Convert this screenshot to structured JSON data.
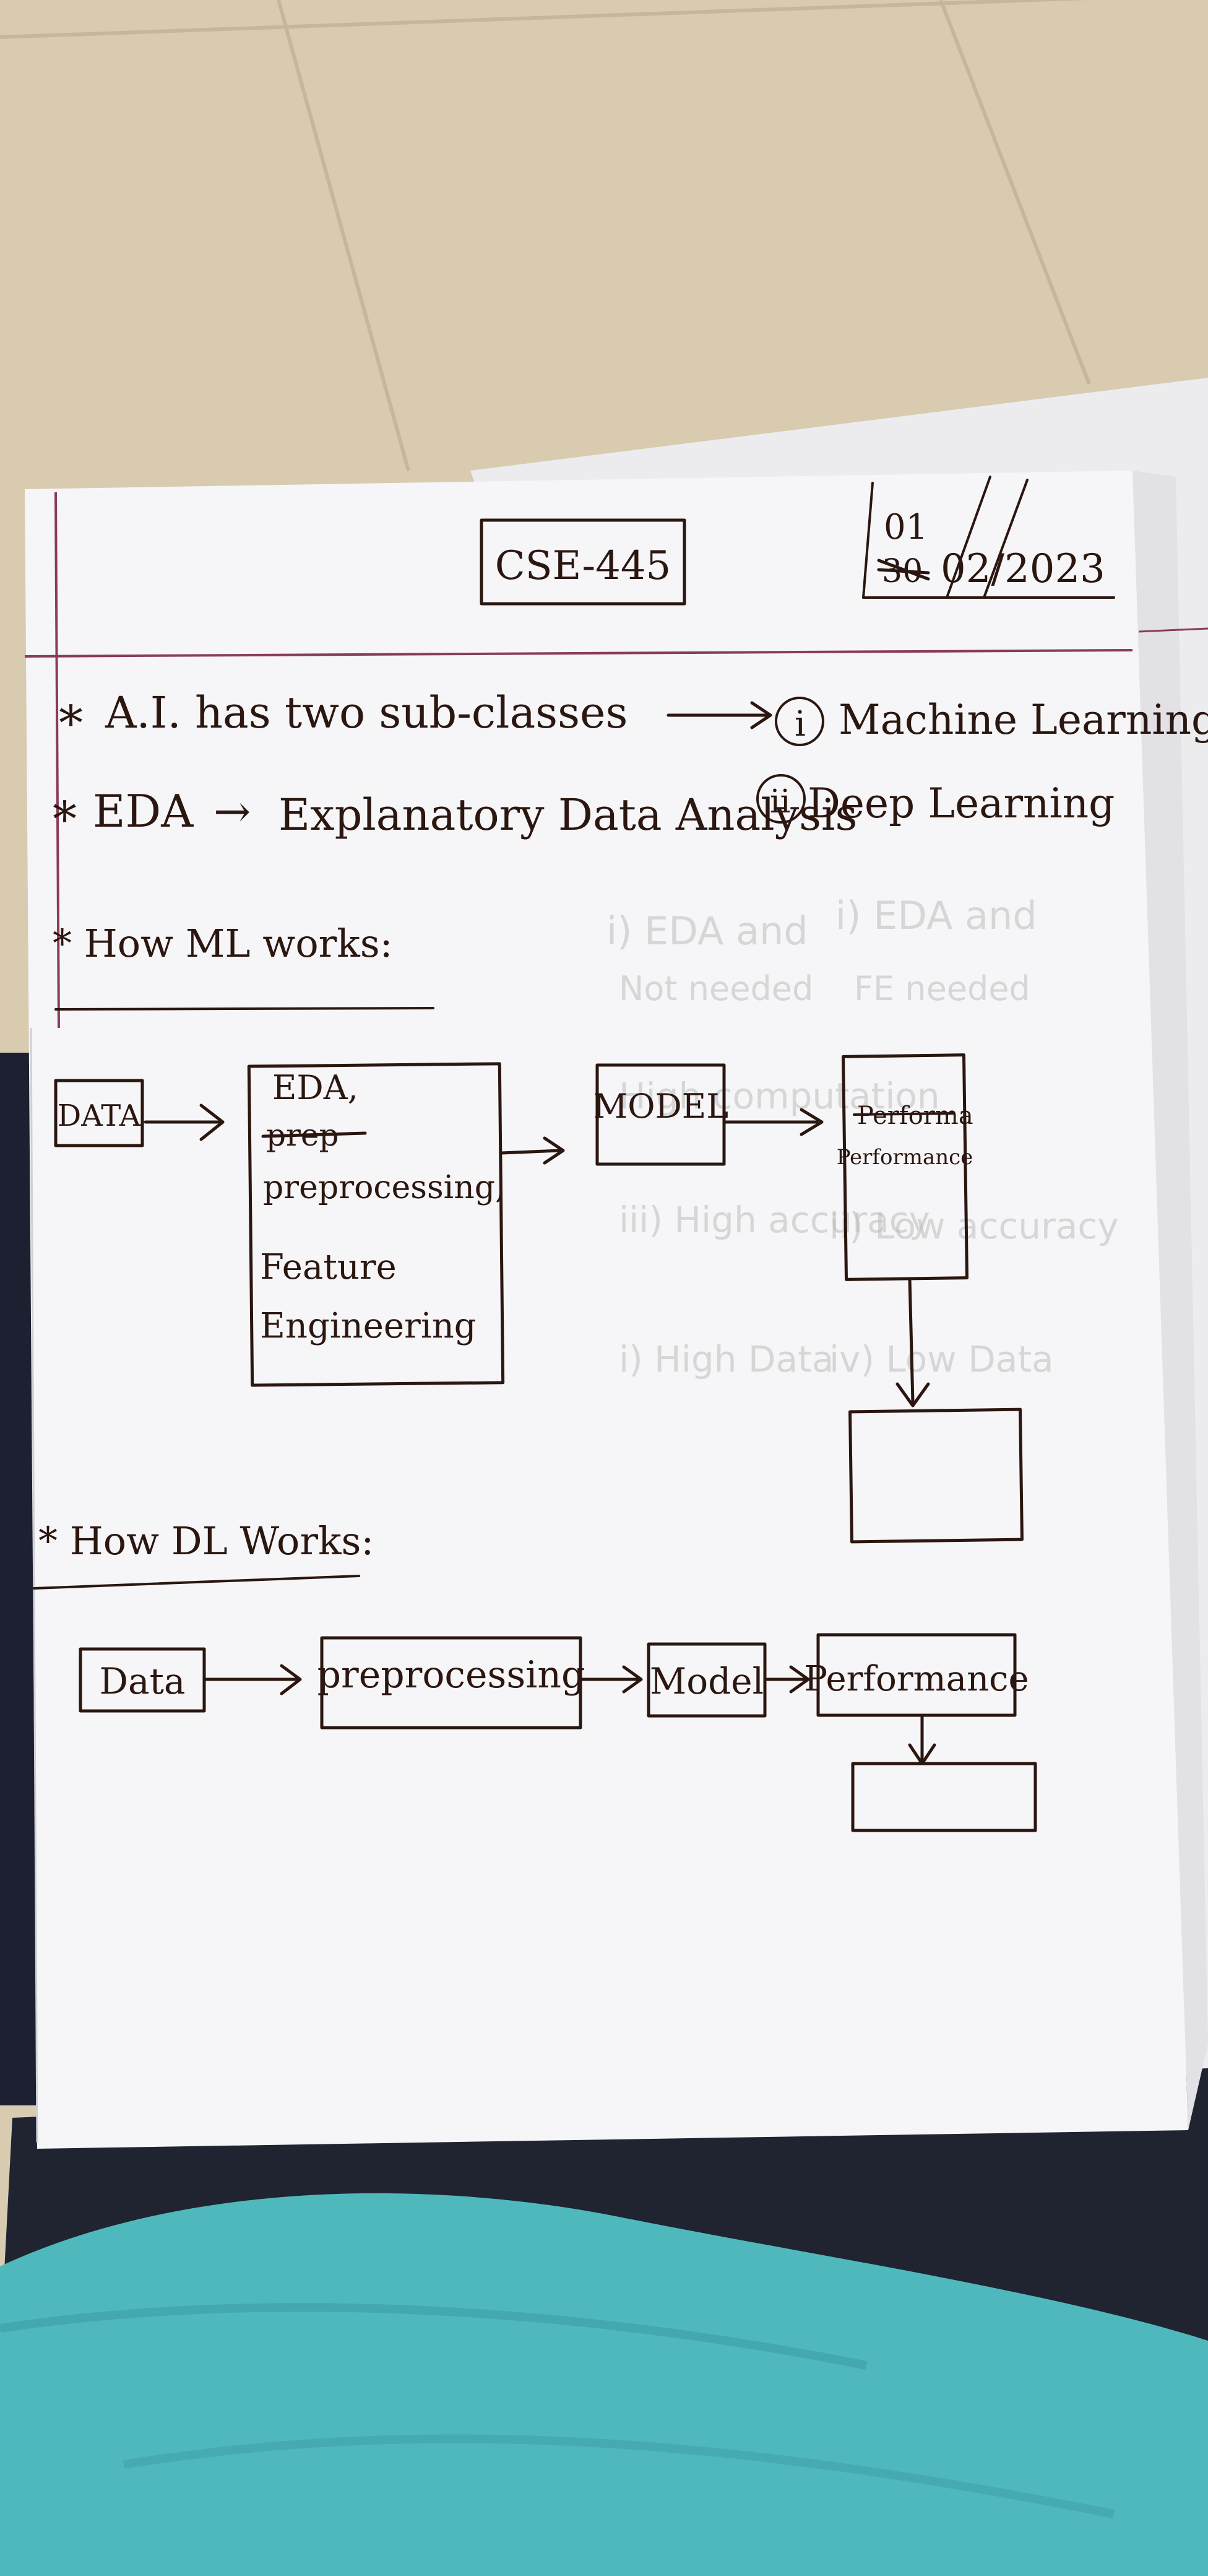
{
  "header": {
    "course_code": "CSE-445",
    "date_day": "01",
    "date_struck": "30",
    "date_rest": "02/2023"
  },
  "notes": {
    "line1": {
      "bullet": "*",
      "text": "A.I. has two sub-classes",
      "option1_marker": "i",
      "option1": "Machine Learning",
      "option2_marker": "ii",
      "option2": "Deep Learning"
    },
    "line2": {
      "bullet": "*",
      "abbr": "EDA",
      "arrow": "→",
      "expansion": "Explanatory Data Analysis"
    }
  },
  "ml_section": {
    "heading": "* How ML works:",
    "data_box": "DATA",
    "process_box": {
      "line1": "EDA,",
      "struck": "prep",
      "line2": "preprocessing,",
      "line3": "Feature",
      "line4": "Engineering"
    },
    "model_box": "MODEL",
    "performance_box": {
      "struck": "Performa",
      "label": "Performance"
    }
  },
  "dl_section": {
    "heading": "* How DL Works:",
    "data_box": "Data",
    "preprocessing_box": "preprocessing",
    "model_box": "Model",
    "performance_box": "Performance"
  },
  "colors": {
    "ink": "#2b1610",
    "paper": "#f6f6f8",
    "margin_line": "#8a3a5a",
    "floor": "#d9cbb0",
    "cloth": "#4fb8bd"
  }
}
